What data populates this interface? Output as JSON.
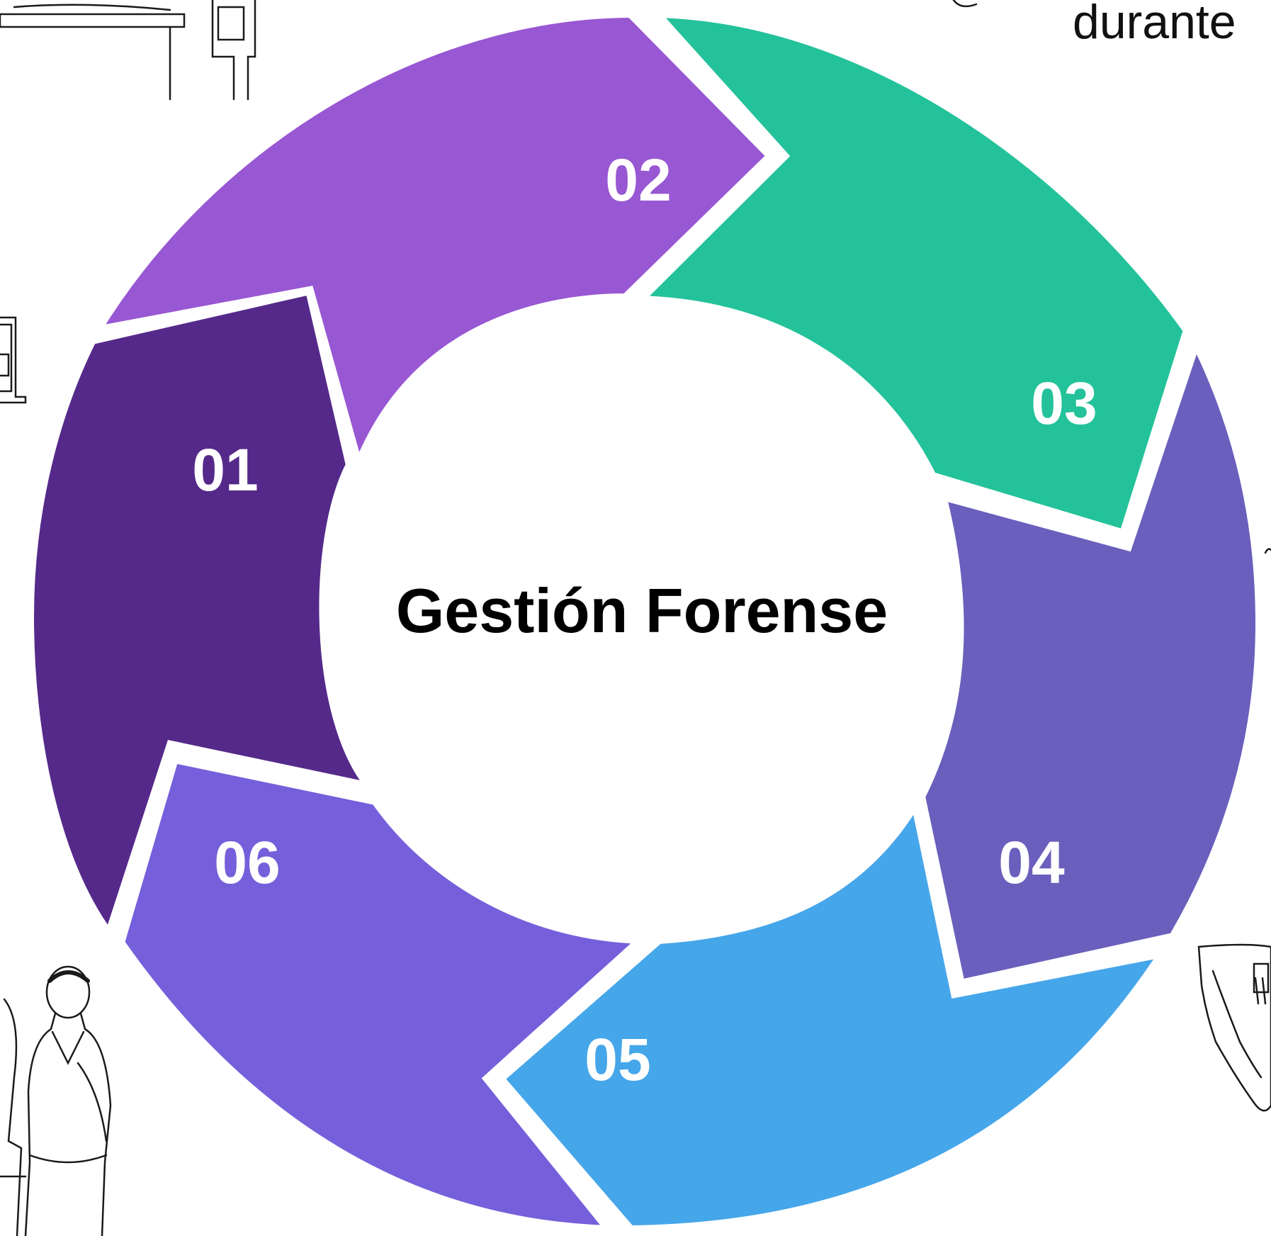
{
  "header": {
    "corner_text": "durante"
  },
  "center": {
    "title": "Gestión Forense"
  },
  "steps": [
    {
      "number": "01",
      "color": "#55298a"
    },
    {
      "number": "02",
      "color": "#9857d3"
    },
    {
      "number": "03",
      "color": "#24c29a"
    },
    {
      "number": "04",
      "color": "#6a5fbc"
    },
    {
      "number": "05",
      "color": "#46a6ea"
    },
    {
      "number": "06",
      "color": "#765fdb"
    }
  ],
  "illustrations": [
    "autopsy-table-sketch",
    "clock-sketch",
    "two-women-sketch",
    "map-sketch",
    "partial-sketch"
  ]
}
